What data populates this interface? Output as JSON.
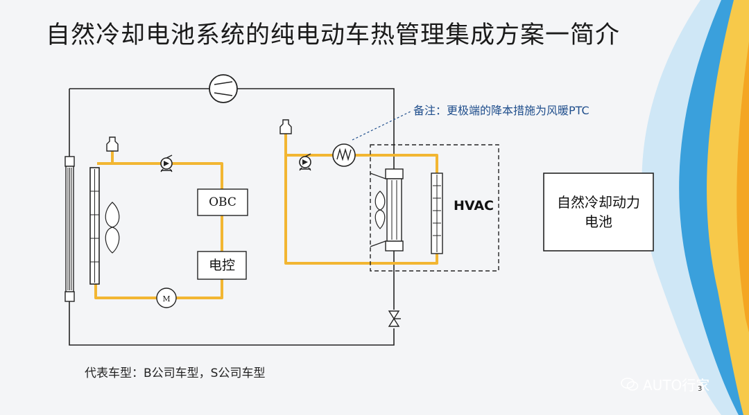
{
  "slide": {
    "title": "自然冷却电池系统的纯电动车热管理集成方案一简介",
    "note": "备注：更极端的降本措施为风暖PTC",
    "obc_label": "OBC",
    "controller_label": "电控",
    "motor_label": "M",
    "hvac_label": "HVAC",
    "battery_label": "自然冷却动力电池",
    "vehicles_text": "代表车型：B公司车型，S公司车型",
    "watermark_text": "AUTO行家",
    "page_number": "3"
  },
  "colors": {
    "coolant_line": "#f2b632",
    "refrigerant_line": "#222222",
    "note_text": "#1f4e8c",
    "accent_blue": "#1f8fd6",
    "accent_yellow": "#f7c94a"
  }
}
